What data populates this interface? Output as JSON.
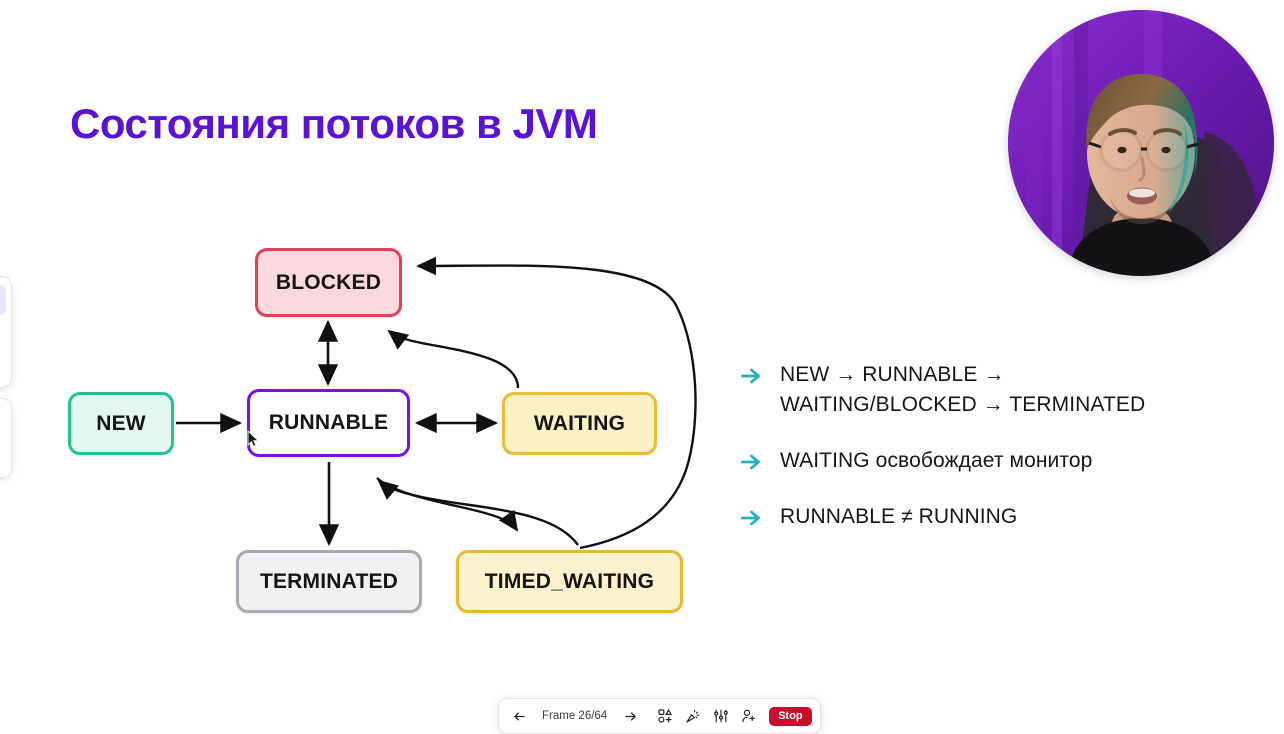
{
  "slide": {
    "title": "Состояния потоков в JVM",
    "title_color": "#5B12D6",
    "background": "#FFFFFF"
  },
  "diagram": {
    "type": "state-diagram",
    "nodes": [
      {
        "id": "blocked",
        "label": "BLOCKED",
        "fill": "#FBD9DF",
        "border": "#E04256"
      },
      {
        "id": "new",
        "label": "NEW",
        "fill": "#E4F7EE",
        "border": "#21C296"
      },
      {
        "id": "runnable",
        "label": "RUNNABLE",
        "fill": "#FFFFFF",
        "border": "#7B10E0"
      },
      {
        "id": "waiting",
        "label": "WAITING",
        "fill": "#FCF0C5",
        "border": "#E9BE36"
      },
      {
        "id": "terminated",
        "label": "TERMINATED",
        "fill": "#F1F1F4",
        "border": "#A9AAB3"
      },
      {
        "id": "timed",
        "label": "TIMED_WAITING",
        "fill": "#FCF2CE",
        "border": "#E8B830"
      }
    ],
    "edges": [
      {
        "from": "runnable",
        "to": "blocked",
        "style": "double-arrow-vertical"
      },
      {
        "from": "new",
        "to": "runnable",
        "style": "arrow-right"
      },
      {
        "from": "runnable",
        "to": "waiting",
        "style": "double-arrow-horizontal"
      },
      {
        "from": "runnable",
        "to": "terminated",
        "style": "arrow-down"
      },
      {
        "from": "waiting",
        "to": "blocked",
        "style": "curve"
      },
      {
        "from": "runnable",
        "to": "timed",
        "style": "curve"
      },
      {
        "from": "timed",
        "to": "runnable",
        "style": "curve"
      },
      {
        "from": "timed",
        "to": "blocked",
        "style": "long-curve-right"
      }
    ]
  },
  "bullets": {
    "arrow_color": "#25B2BC",
    "items": [
      {
        "text": "NEW → RUNNABLE →\nWAITING/BLOCKED → TERMINATED"
      },
      {
        "text": "WAITING освобождает монитор"
      },
      {
        "text": "RUNNABLE ≠ RUNNING"
      }
    ]
  },
  "webcam": {
    "present": true,
    "shape": "circle",
    "background_color": "#6A1FAF",
    "rim_light_color": "#1EA89A"
  },
  "left_rail": {
    "items": [
      {
        "icon": "select-tool-icon",
        "active": true
      },
      {
        "icon": "pen-tool-icon",
        "active": false
      },
      {
        "icon": "shape-tool-icon",
        "active": false
      }
    ],
    "items2": [
      {
        "icon": "text-tool-icon",
        "active": false
      },
      {
        "icon": "image-tool-icon",
        "active": false
      }
    ]
  },
  "bottom_bar": {
    "prev_label": "←",
    "frame_counter": "Frame 26/64",
    "next_label": "→",
    "buttons": [
      {
        "icon": "add-shape-icon"
      },
      {
        "icon": "confetti-icon"
      },
      {
        "icon": "sliders-icon"
      },
      {
        "icon": "add-person-icon"
      }
    ],
    "stop_label": "Stop",
    "stop_color": "#C8102E"
  }
}
